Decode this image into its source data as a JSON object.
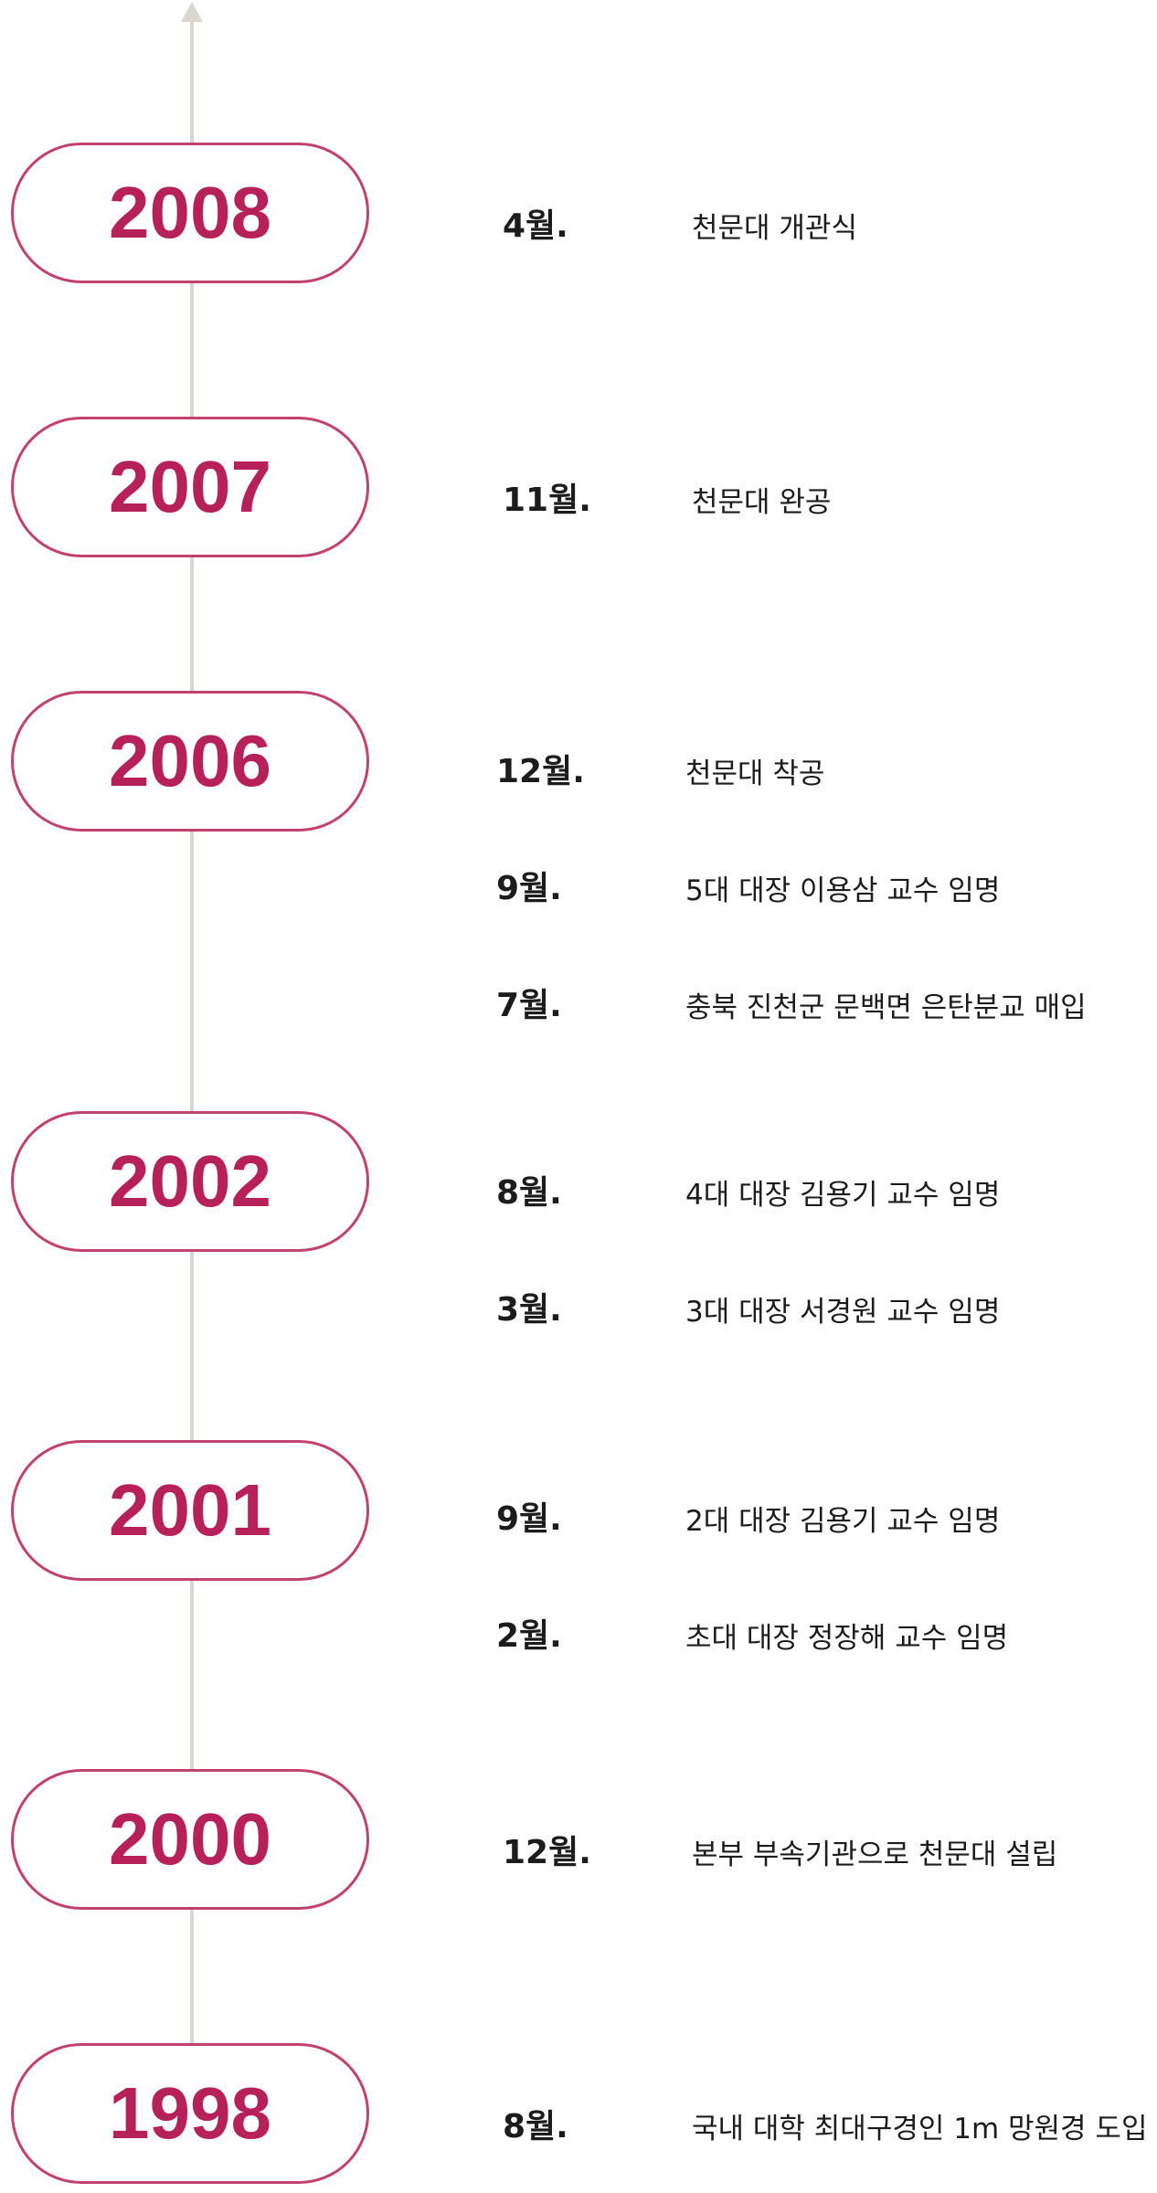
{
  "timeline": {
    "colors": {
      "accent": "#b7215a",
      "pill_border": "#c2426f",
      "axis": "#d9d7cf",
      "text": "#1c1c1c"
    },
    "axis_icon": "arrow-up-icon",
    "years": [
      {
        "year": "2008",
        "events": [
          {
            "month": "4월.",
            "text": "천문대 개관식"
          }
        ]
      },
      {
        "year": "2007",
        "events": [
          {
            "month": "11월.",
            "text": "천문대 완공"
          }
        ]
      },
      {
        "year": "2006",
        "events": [
          {
            "month": "12월.",
            "text": "천문대 착공"
          },
          {
            "month": "9월.",
            "text": "5대 대장 이용삼 교수 임명"
          },
          {
            "month": "7월.",
            "text": "충북 진천군 문백면 은탄분교 매입"
          }
        ]
      },
      {
        "year": "2002",
        "events": [
          {
            "month": "8월.",
            "text": "4대 대장 김용기 교수 임명"
          },
          {
            "month": "3월.",
            "text": "3대 대장 서경원 교수 임명"
          }
        ]
      },
      {
        "year": "2001",
        "events": [
          {
            "month": "9월.",
            "text": "2대 대장 김용기 교수 임명"
          },
          {
            "month": "2월.",
            "text": "초대 대장 정장해 교수 임명"
          }
        ]
      },
      {
        "year": "2000",
        "events": [
          {
            "month": "12월.",
            "text": "본부 부속기관으로 천문대 설립"
          }
        ]
      },
      {
        "year": "1998",
        "events": [
          {
            "month": "8월.",
            "text": "국내 대학 최대구경인 1m 망원경 도입"
          }
        ]
      }
    ]
  }
}
